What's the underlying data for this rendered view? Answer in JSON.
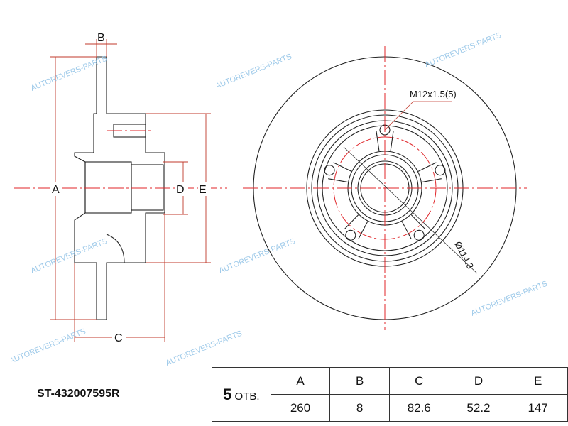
{
  "part_number": "ST-432007595R",
  "watermark": "AUTOREVERS-PARTS",
  "drawing": {
    "labels": {
      "A": "A",
      "B": "B",
      "C": "C",
      "D": "D",
      "E": "E"
    },
    "thread_note": "M12x1.5(5)",
    "pcd_note": "Ø114.3"
  },
  "table": {
    "holes_count": "5",
    "holes_unit": "ОТВ.",
    "headers": [
      "A",
      "B",
      "C",
      "D",
      "E"
    ],
    "values": [
      "260",
      "8",
      "82.6",
      "52.2",
      "147"
    ]
  },
  "colors": {
    "centerline": "#e0262a",
    "watermark": "#8ec1e6"
  }
}
